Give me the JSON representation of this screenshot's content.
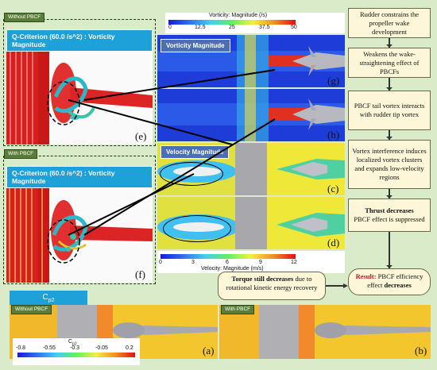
{
  "tags": {
    "without_top": "Without PBCF",
    "with_mid": "With PBCF",
    "without_bottom": "Without PBCF",
    "with_bottom": "With PBCF"
  },
  "qcrit_title": "Q-Criterion (60.0 /s^2) : Vorticity Magnitude",
  "panels": {
    "e": "(e)",
    "f": "(f)",
    "g": "(g)",
    "h": "(h)",
    "c": "(c)",
    "d": "(d)",
    "a": "(a)",
    "b": "(b)"
  },
  "vorticity": {
    "title": "Vorticity Magnitude",
    "scale_title": "Vorticity: Magnitude (/s)",
    "ticks": [
      "0",
      "12.5",
      "25",
      "37.5",
      "50"
    ]
  },
  "velocity": {
    "title": "Velocity Magnitude",
    "scale_title": "Velocity: Magnitude (m/s)",
    "ticks": [
      "0",
      "3",
      "6",
      "9",
      "12"
    ]
  },
  "cp": {
    "title": "C",
    "title_sub": "p2",
    "scale_title": "C",
    "scale_sub": "p2",
    "ticks": [
      "-0.8",
      "-0.55",
      "-0.3",
      "-0.05",
      "0.2"
    ]
  },
  "flow": [
    "Rudder constrains the propeller wake development",
    "Weakens the wake-straightening effect of PBCFs",
    "PBCF tail vortex interacts with rudder tip vortex",
    "Vortex interference induces localized vortex clusters and expands low-velocity regions"
  ],
  "thrust": {
    "bold": "Thrust decreases",
    "rest": "PBCF effect is suppressed"
  },
  "torque": {
    "bold": "Torque still decreases",
    "rest": " due to rotational kinetic energy recovery"
  },
  "result": {
    "bold": "Result:",
    "mid": " PBCF efficiency effect ",
    "bold2": "decreases"
  },
  "colors": {
    "bg": "#d9ebc9",
    "box": "#fdf6d8",
    "tag": "#5a7d3a",
    "title_blue": "#1ea0d8"
  }
}
